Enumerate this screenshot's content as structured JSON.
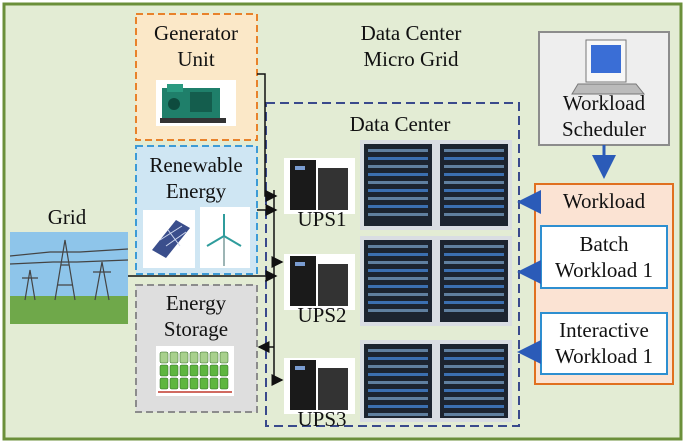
{
  "title": [
    "Data Center",
    "Micro Grid"
  ],
  "grid_label": "Grid",
  "generator": [
    "Generator",
    "Unit"
  ],
  "renewable": [
    "Renewable",
    "Energy"
  ],
  "storage": [
    "Energy",
    "Storage"
  ],
  "data_center_label": "Data Center",
  "ups_labels": [
    "UPS1",
    "UPS2",
    "UPS3"
  ],
  "scheduler": [
    "Workload",
    "Scheduler"
  ],
  "workload_title": "Workload",
  "batch": [
    "Batch",
    "Workload 1"
  ],
  "interactive": [
    "Interactive",
    "Workload 1"
  ],
  "colors": {
    "outer_border": "#6b8f3a",
    "outer_fill": "#e3ecd4",
    "generator_border": "#e8822b",
    "generator_fill": "#fbe8c8",
    "renewable_border": "#3d9bd6",
    "renewable_fill": "#cfe6f3",
    "storage_border": "#8c8c8c",
    "storage_fill": "#dedede",
    "datacenter_border": "#3a4a8c",
    "workload_border": "#e07020",
    "workload_fill": "#fbe3d3",
    "sub_border": "#2e8fd0",
    "arrow_blue": "#2b5bb8"
  }
}
